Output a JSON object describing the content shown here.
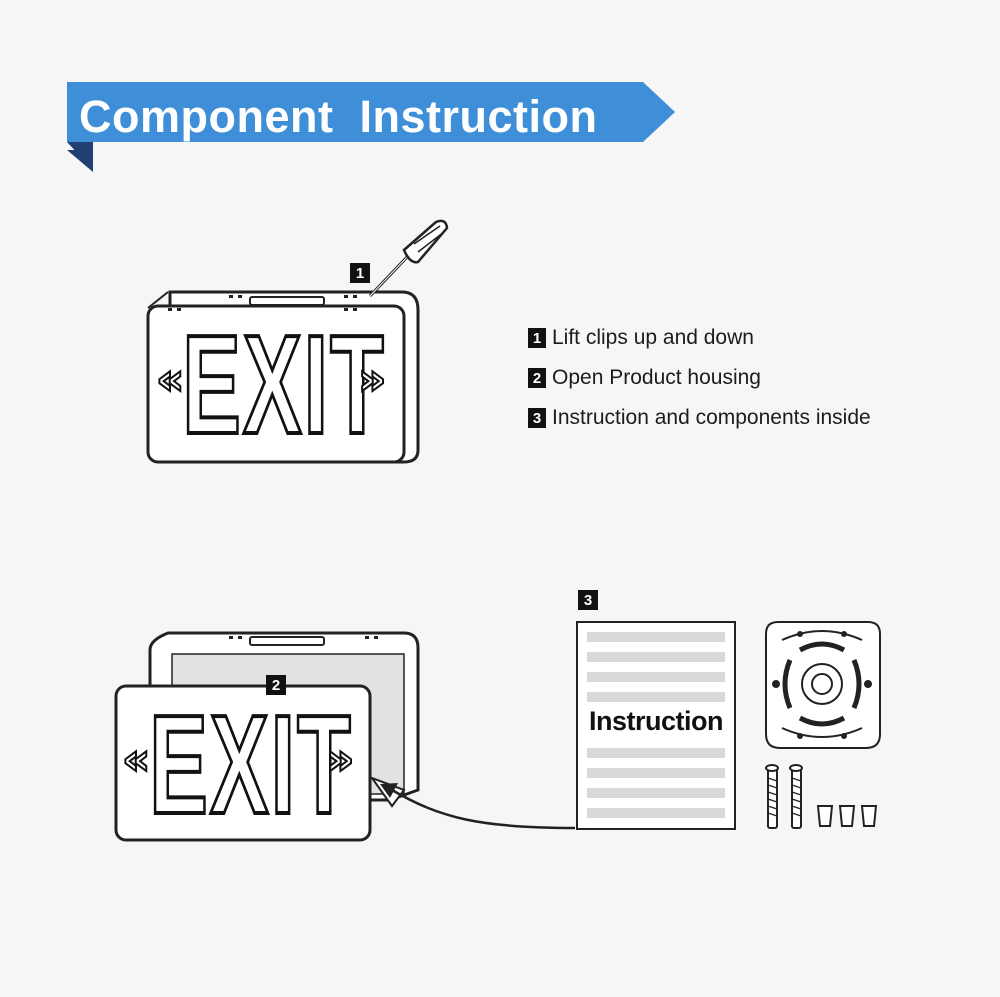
{
  "banner": {
    "title": "Component  Instruction",
    "color": "#3e8fd8",
    "shadow_color": "#1f3f73"
  },
  "steps": [
    {
      "num": "1",
      "text": "Lift clips up and down"
    },
    {
      "num": "2",
      "text": "Open Product housing"
    },
    {
      "num": "3",
      "text": "Instruction and components inside"
    }
  ],
  "callouts": {
    "one": "1",
    "two": "2",
    "three": "3"
  },
  "exit_sign": {
    "word": "EXIT",
    "left_arrow": "«",
    "right_arrow": "»"
  },
  "document": {
    "title": "Instruction"
  },
  "icons": [
    "screwdriver-icon",
    "mounting-plate-icon",
    "screw-icon",
    "wire-nut-icon"
  ]
}
